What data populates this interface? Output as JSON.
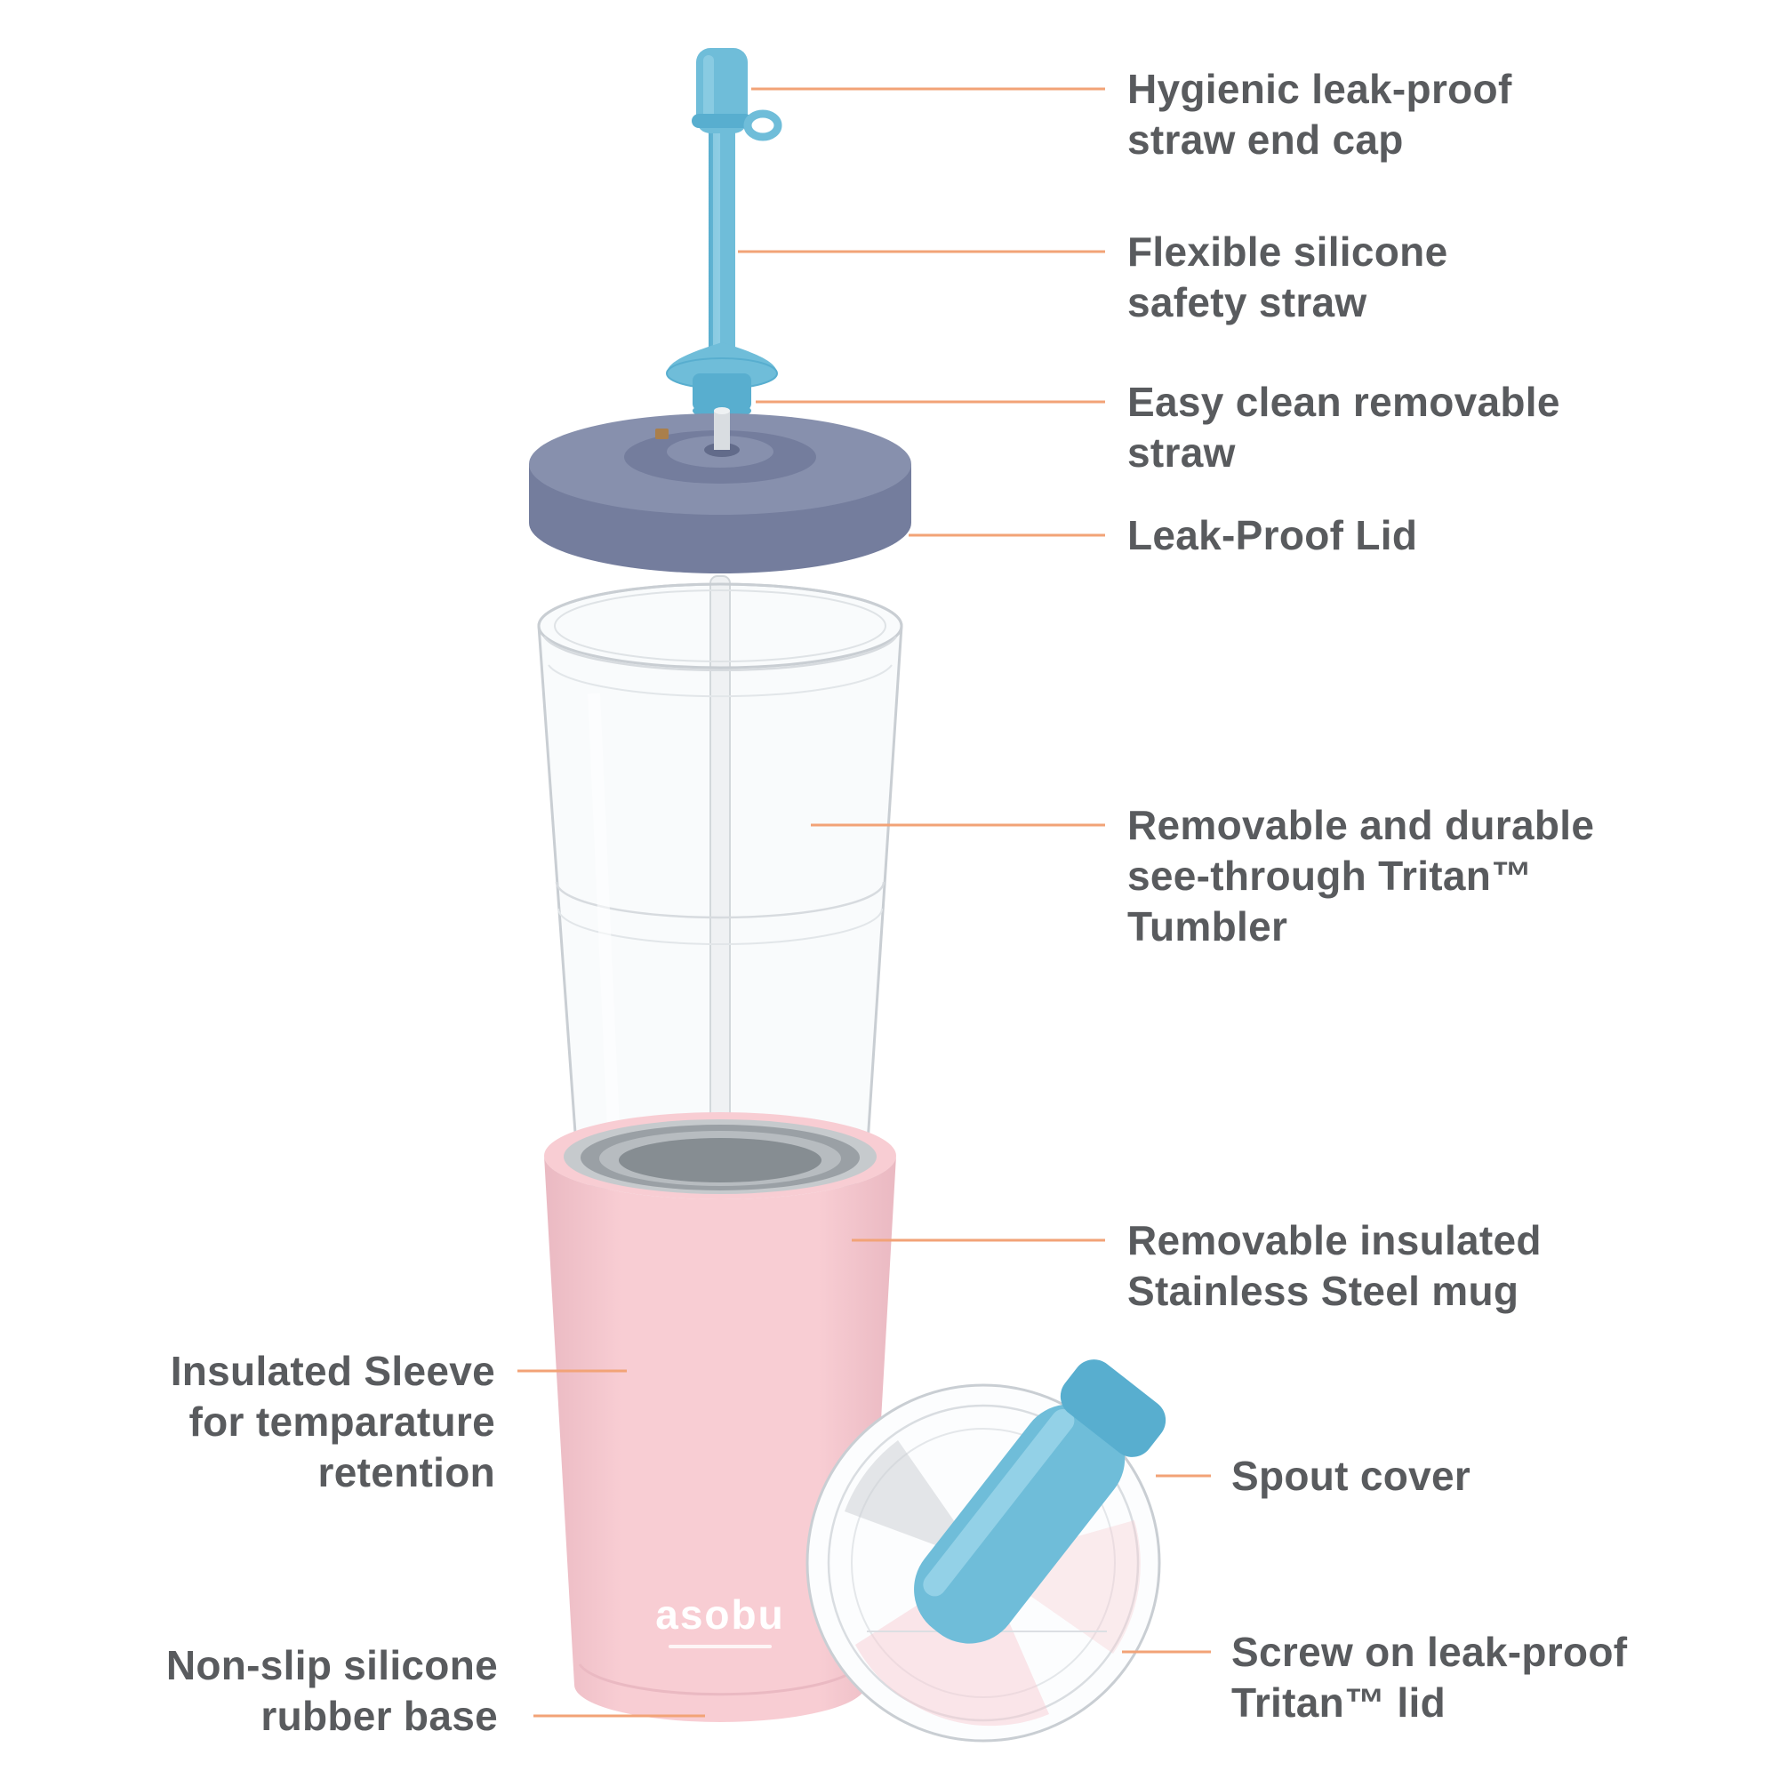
{
  "product": {
    "brand_logo": "asobu",
    "callouts_right": [
      {
        "id": "straw-end-cap",
        "lines": [
          "Hygienic leak-proof",
          "straw end cap"
        ]
      },
      {
        "id": "silicone-straw",
        "lines": [
          "Flexible silicone",
          "safety straw"
        ]
      },
      {
        "id": "removable-straw",
        "lines": [
          "Easy clean removable",
          "straw"
        ]
      },
      {
        "id": "leak-proof-lid",
        "lines": [
          "Leak-Proof Lid"
        ]
      },
      {
        "id": "tritan-tumbler",
        "lines": [
          "Removable and durable",
          "see-through Tritan™",
          "Tumbler"
        ]
      },
      {
        "id": "steel-mug",
        "lines": [
          "Removable insulated",
          "Stainless Steel mug"
        ]
      },
      {
        "id": "spout-cover",
        "lines": [
          "Spout cover"
        ]
      },
      {
        "id": "tritan-lid",
        "lines": [
          "Screw on leak-proof",
          "Tritan™ lid"
        ]
      }
    ],
    "callouts_left": [
      {
        "id": "insulated-sleeve",
        "lines": [
          "Insulated Sleeve",
          "for temparature",
          "retention"
        ]
      },
      {
        "id": "rubber-base",
        "lines": [
          "Non-slip silicone",
          "rubber base"
        ]
      }
    ]
  },
  "colors": {
    "straw-blue": "#6fbdd9",
    "straw-blue-dark": "#58aecf",
    "lid-gray": "#747d9d",
    "lid-gray-light": "#8790ad",
    "lid-gray-dark": "#626b8a",
    "pink": "#f8cdd3",
    "pink-dark": "#eab9c2",
    "outline": "#c9ced3",
    "glass-fill": "rgba(244,247,249,0.55)",
    "leader": "#f2a377",
    "text": "#595b5e"
  }
}
